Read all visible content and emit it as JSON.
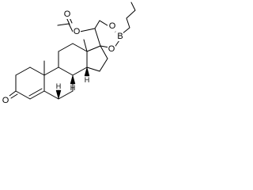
{
  "molecule": {
    "atom_labels": {
      "acetyl_oxygen_double": "O",
      "acetyl_oxygen_ester": "O",
      "ring_oxygen_top": "O",
      "ring_oxygen_bottom": "O",
      "boron": "B",
      "ketone_oxygen": "O"
    },
    "stereo_h_label": "H"
  }
}
